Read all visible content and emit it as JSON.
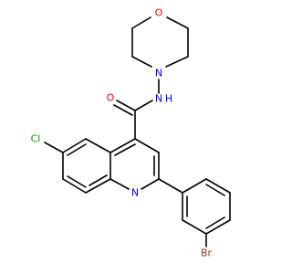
{
  "molecule": {
    "atom_labels": {
      "morpholine_oxygen": {
        "text": "O",
        "color": "#ff0000"
      },
      "morpholine_nitrogen": {
        "text": "N",
        "color": "#0000ff"
      },
      "amide_nitrogen": {
        "text": "N",
        "color": "#0000ff"
      },
      "amide_hydrogen": {
        "text": "H",
        "color": "#0000ff"
      },
      "carbonyl_oxygen": {
        "text": "O",
        "color": "#ff0000"
      },
      "chlorine": {
        "text": "Cl",
        "color": "#00a000"
      },
      "quinoline_nitrogen": {
        "text": "N",
        "color": "#0000ff"
      },
      "bromine": {
        "text": "Br",
        "color": "#a52a2a"
      }
    },
    "bond_color": "#000000"
  }
}
